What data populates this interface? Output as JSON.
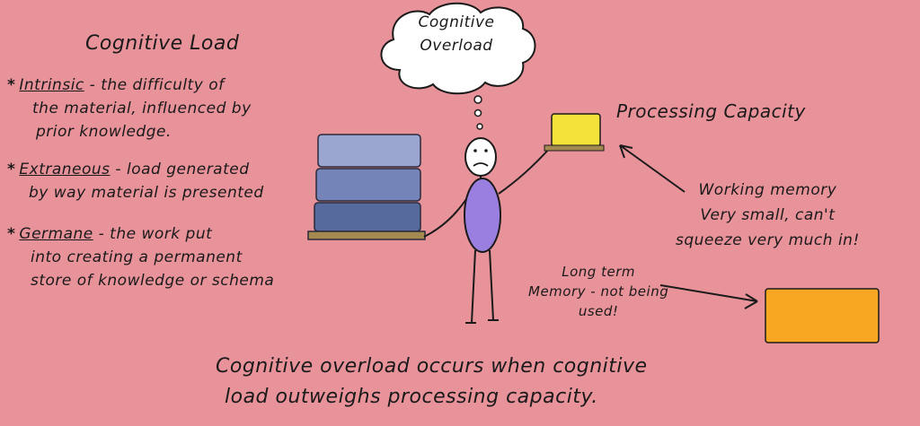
{
  "title": "Cognitive Load",
  "bullets": [
    {
      "star": "*",
      "term": "Intrinsic",
      "rest": " - the difficulty of",
      "line2": "the material, influenced by",
      "line3": "prior knowledge."
    },
    {
      "star": "*",
      "term": "Extraneous",
      "rest": " - load generated",
      "line2": "by way material is presented",
      "line3": ""
    },
    {
      "star": "*",
      "term": "Germane",
      "rest": " - the work put",
      "line2": "into creating a permanent",
      "line3": "store of knowledge or schema"
    }
  ],
  "cloud": {
    "line1": "Cognitive",
    "line2": "Overload"
  },
  "processing_capacity": "Processing Capacity",
  "working_memory": {
    "line1": "Working memory",
    "line2": "Very small, can't",
    "line3": "squeeze very much in!"
  },
  "long_term": {
    "line1": "Long term",
    "line2": "Memory - not being",
    "line3": "used!"
  },
  "summary": {
    "line1": "Cognitive overload occurs when cognitive",
    "line2": "load outweighs processing capacity."
  },
  "colors": {
    "background": "#e8929a",
    "block_top": "#9aa6cf",
    "block_mid": "#7484b8",
    "block_bottom": "#566a9e",
    "shelf": "#a48a50",
    "person_body": "#9b7fe0",
    "small_box": "#f3e23a",
    "ltm_box": "#f7a722"
  }
}
